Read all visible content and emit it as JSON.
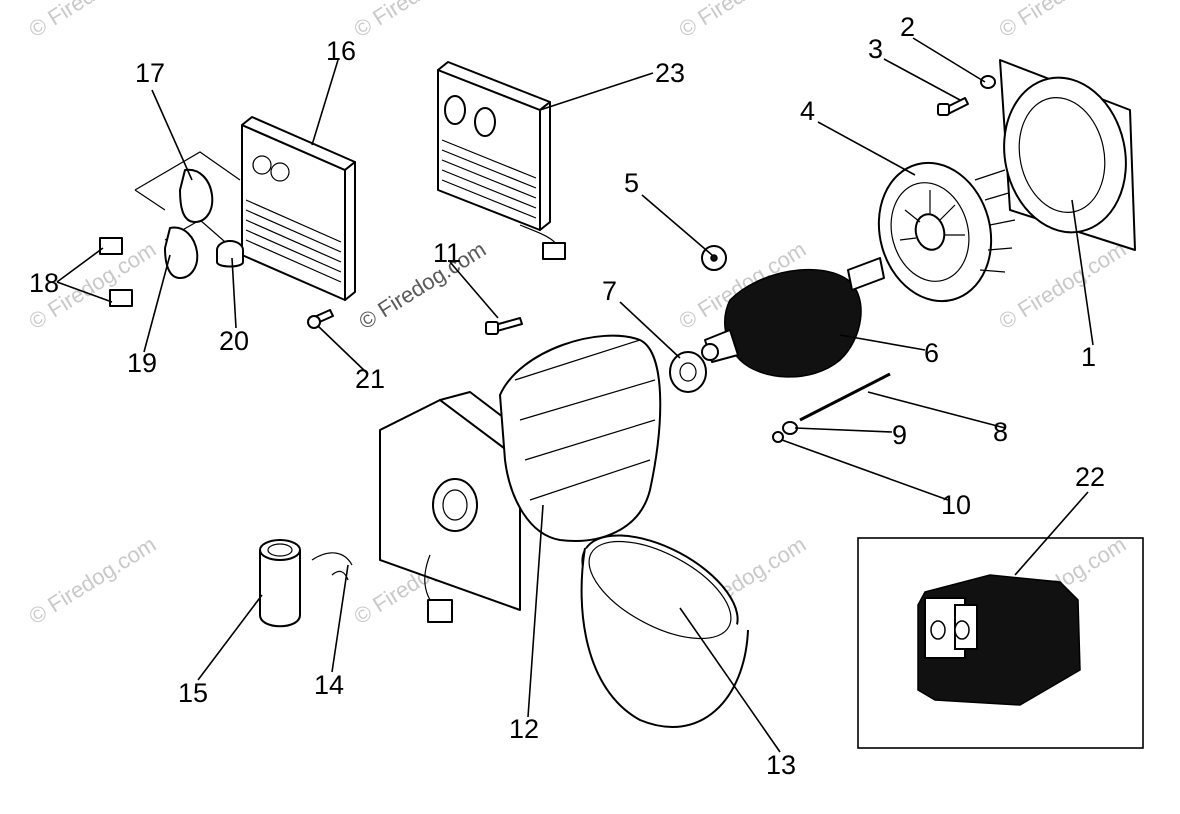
{
  "watermark": {
    "text": "© Firedog.com"
  },
  "callouts": [
    {
      "id": "1",
      "label": "1"
    },
    {
      "id": "2",
      "label": "2"
    },
    {
      "id": "3",
      "label": "3"
    },
    {
      "id": "4",
      "label": "4"
    },
    {
      "id": "5",
      "label": "5"
    },
    {
      "id": "6",
      "label": "6"
    },
    {
      "id": "7",
      "label": "7"
    },
    {
      "id": "8",
      "label": "8"
    },
    {
      "id": "9",
      "label": "9"
    },
    {
      "id": "10",
      "label": "10"
    },
    {
      "id": "11",
      "label": "11"
    },
    {
      "id": "12",
      "label": "12"
    },
    {
      "id": "13",
      "label": "13"
    },
    {
      "id": "14",
      "label": "14"
    },
    {
      "id": "15",
      "label": "15"
    },
    {
      "id": "16",
      "label": "16"
    },
    {
      "id": "17",
      "label": "17"
    },
    {
      "id": "18",
      "label": "18"
    },
    {
      "id": "19",
      "label": "19"
    },
    {
      "id": "20",
      "label": "20"
    },
    {
      "id": "21",
      "label": "21"
    },
    {
      "id": "22",
      "label": "22"
    },
    {
      "id": "23",
      "label": "23"
    }
  ]
}
